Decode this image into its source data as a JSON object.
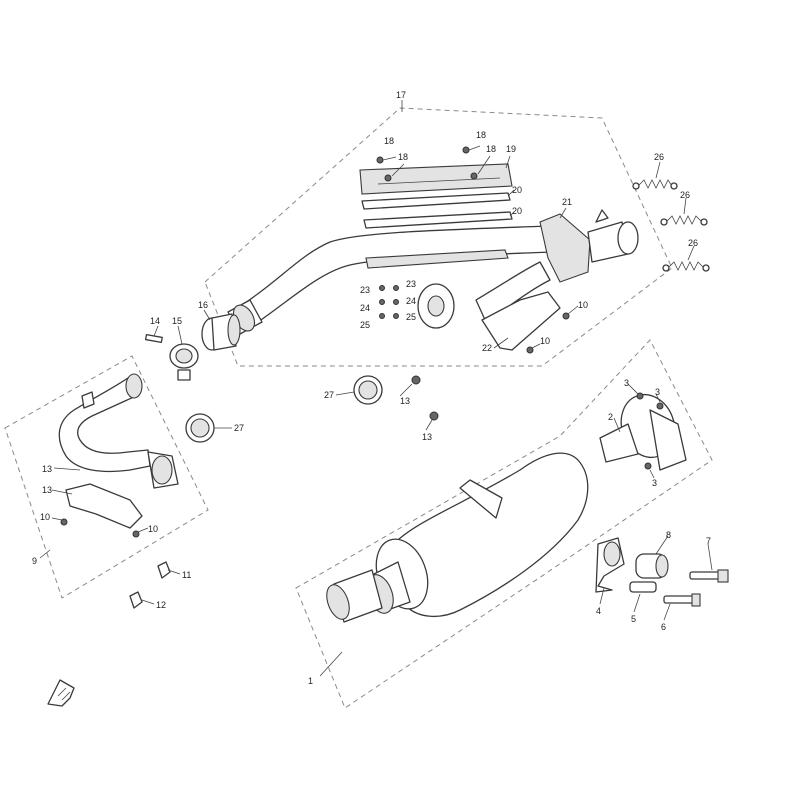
{
  "diagram": {
    "callouts": [
      {
        "id": "c1",
        "text": "1"
      },
      {
        "id": "c2",
        "text": "2"
      },
      {
        "id": "c3a",
        "text": "3"
      },
      {
        "id": "c3b",
        "text": "3"
      },
      {
        "id": "c3c",
        "text": "3"
      },
      {
        "id": "c4",
        "text": "4"
      },
      {
        "id": "c5",
        "text": "5"
      },
      {
        "id": "c6",
        "text": "6"
      },
      {
        "id": "c7",
        "text": "7"
      },
      {
        "id": "c8",
        "text": "8"
      },
      {
        "id": "c9",
        "text": "9"
      },
      {
        "id": "c10a",
        "text": "10"
      },
      {
        "id": "c10b",
        "text": "10"
      },
      {
        "id": "c10c",
        "text": "10"
      },
      {
        "id": "c10d",
        "text": "10"
      },
      {
        "id": "c11",
        "text": "11"
      },
      {
        "id": "c12",
        "text": "12"
      },
      {
        "id": "c13a",
        "text": "13"
      },
      {
        "id": "c13b",
        "text": "13"
      },
      {
        "id": "c13c",
        "text": "13"
      },
      {
        "id": "c13d",
        "text": "13"
      },
      {
        "id": "c14",
        "text": "14"
      },
      {
        "id": "c15",
        "text": "15"
      },
      {
        "id": "c16",
        "text": "16"
      },
      {
        "id": "c17",
        "text": "17"
      },
      {
        "id": "c18a",
        "text": "18"
      },
      {
        "id": "c18b",
        "text": "18"
      },
      {
        "id": "c18c",
        "text": "18"
      },
      {
        "id": "c18d",
        "text": "18"
      },
      {
        "id": "c19",
        "text": "19"
      },
      {
        "id": "c20a",
        "text": "20"
      },
      {
        "id": "c20b",
        "text": "20"
      },
      {
        "id": "c21",
        "text": "21"
      },
      {
        "id": "c22",
        "text": "22"
      },
      {
        "id": "c23a",
        "text": "23"
      },
      {
        "id": "c23b",
        "text": "23"
      },
      {
        "id": "c24a",
        "text": "24"
      },
      {
        "id": "c24b",
        "text": "24"
      },
      {
        "id": "c25a",
        "text": "25"
      },
      {
        "id": "c25b",
        "text": "25"
      },
      {
        "id": "c26a",
        "text": "26"
      },
      {
        "id": "c26b",
        "text": "26"
      },
      {
        "id": "c26c",
        "text": "26"
      },
      {
        "id": "c27a",
        "text": "27"
      },
      {
        "id": "c27b",
        "text": "27"
      }
    ]
  }
}
